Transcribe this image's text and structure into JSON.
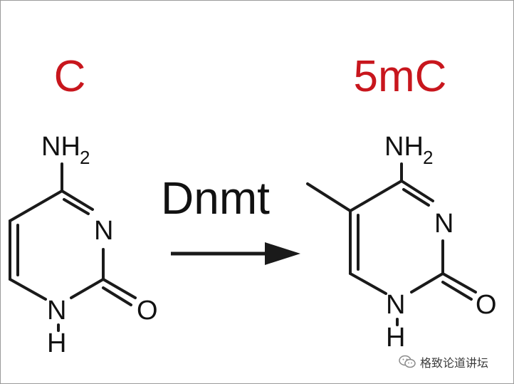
{
  "left_molecule": {
    "label": "C",
    "amine": "NH",
    "amine_subscript": "2",
    "ring_n_right": "N",
    "ring_nh": "N",
    "ring_h": "H",
    "carbonyl_o": "O"
  },
  "right_molecule": {
    "label": "5mC",
    "amine": "NH",
    "amine_subscript": "2",
    "ring_n_right": "N",
    "ring_nh": "N",
    "ring_h": "H",
    "carbonyl_o": "O"
  },
  "reaction": {
    "enzyme": "Dnmt"
  },
  "watermark": {
    "text": "格致论道讲坛",
    "icon": "wechat-icon"
  },
  "colors": {
    "label_red": "#c8161d",
    "ink": "#1a1a1a"
  }
}
